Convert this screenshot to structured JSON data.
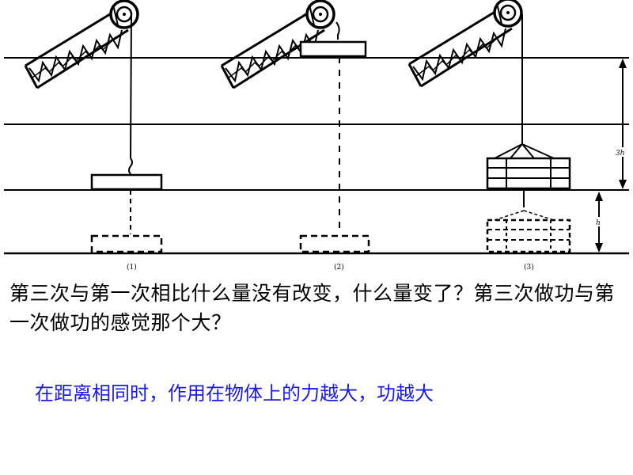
{
  "figure": {
    "labels": [
      "(1)",
      "(2)",
      "(3)"
    ],
    "height_3h": "3h",
    "height_h": "h"
  },
  "question": "第三次与第一次相比什么量没有改变，什么量变了？第三次做功与第一次做功的感觉那个大？",
  "answer": "在距离相同时，作用在物体上的力越大，功越大",
  "colors": {
    "answer": "#1a1ae6",
    "lines": "#000000"
  }
}
